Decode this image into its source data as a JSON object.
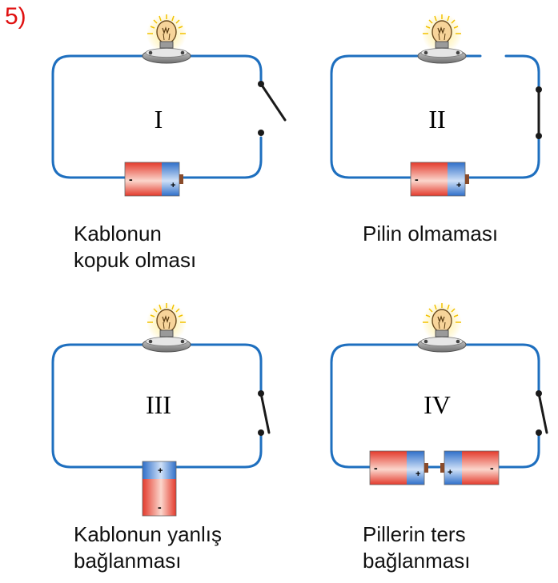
{
  "question_number": "5)",
  "colors": {
    "wire": "#1e6fbf",
    "battery_red": "#e33a2c",
    "battery_blue": "#2f6fc9"
  },
  "circuits": [
    {
      "label": "I",
      "caption": [
        "Kablonun",
        "kopuk olması"
      ]
    },
    {
      "label": "II",
      "caption": [
        "Pilin olmaması"
      ]
    },
    {
      "label": "III",
      "caption": [
        "Kablonun yanlış",
        "bağlanması"
      ]
    },
    {
      "label": "IV",
      "caption": [
        "Pillerin ters",
        "bağlanması"
      ]
    }
  ],
  "battery_signs": {
    "minus": "-",
    "plus": "+"
  }
}
